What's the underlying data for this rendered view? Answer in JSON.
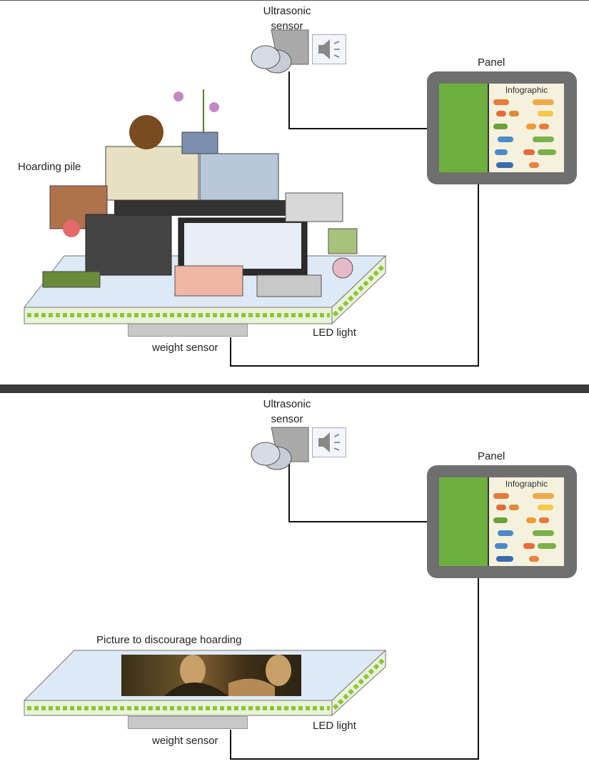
{
  "scenes": [
    {
      "id": "with-hoarding-pile",
      "labels": {
        "ultrasonic_sensor_line1": "Ultrasonic",
        "ultrasonic_sensor_line2": "sensor",
        "panel": "Panel",
        "infographic": "Infographic",
        "pile": "Hoarding pile",
        "led_light": "LED light",
        "weight_sensor": "weight sensor"
      }
    },
    {
      "id": "with-discouraging-picture",
      "labels": {
        "ultrasonic_sensor_line1": "Ultrasonic",
        "ultrasonic_sensor_line2": "sensor",
        "panel": "Panel",
        "infographic": "Infographic",
        "picture": "Picture to discourage hoarding",
        "led_light": "LED light",
        "weight_sensor": "weight sensor"
      }
    }
  ],
  "colors": {
    "panel_frame": "#6f6f6f",
    "panel_green": "#6db040",
    "platform_top": "#dde9f4",
    "led_strip": "#8fc43a",
    "wire": "#111111",
    "divider": "#3a3a3a"
  },
  "icons": [
    "ultrasonic-sensor-icon",
    "speaker-icon",
    "hoarding-pile-illustration",
    "mona-lisa-picture"
  ]
}
